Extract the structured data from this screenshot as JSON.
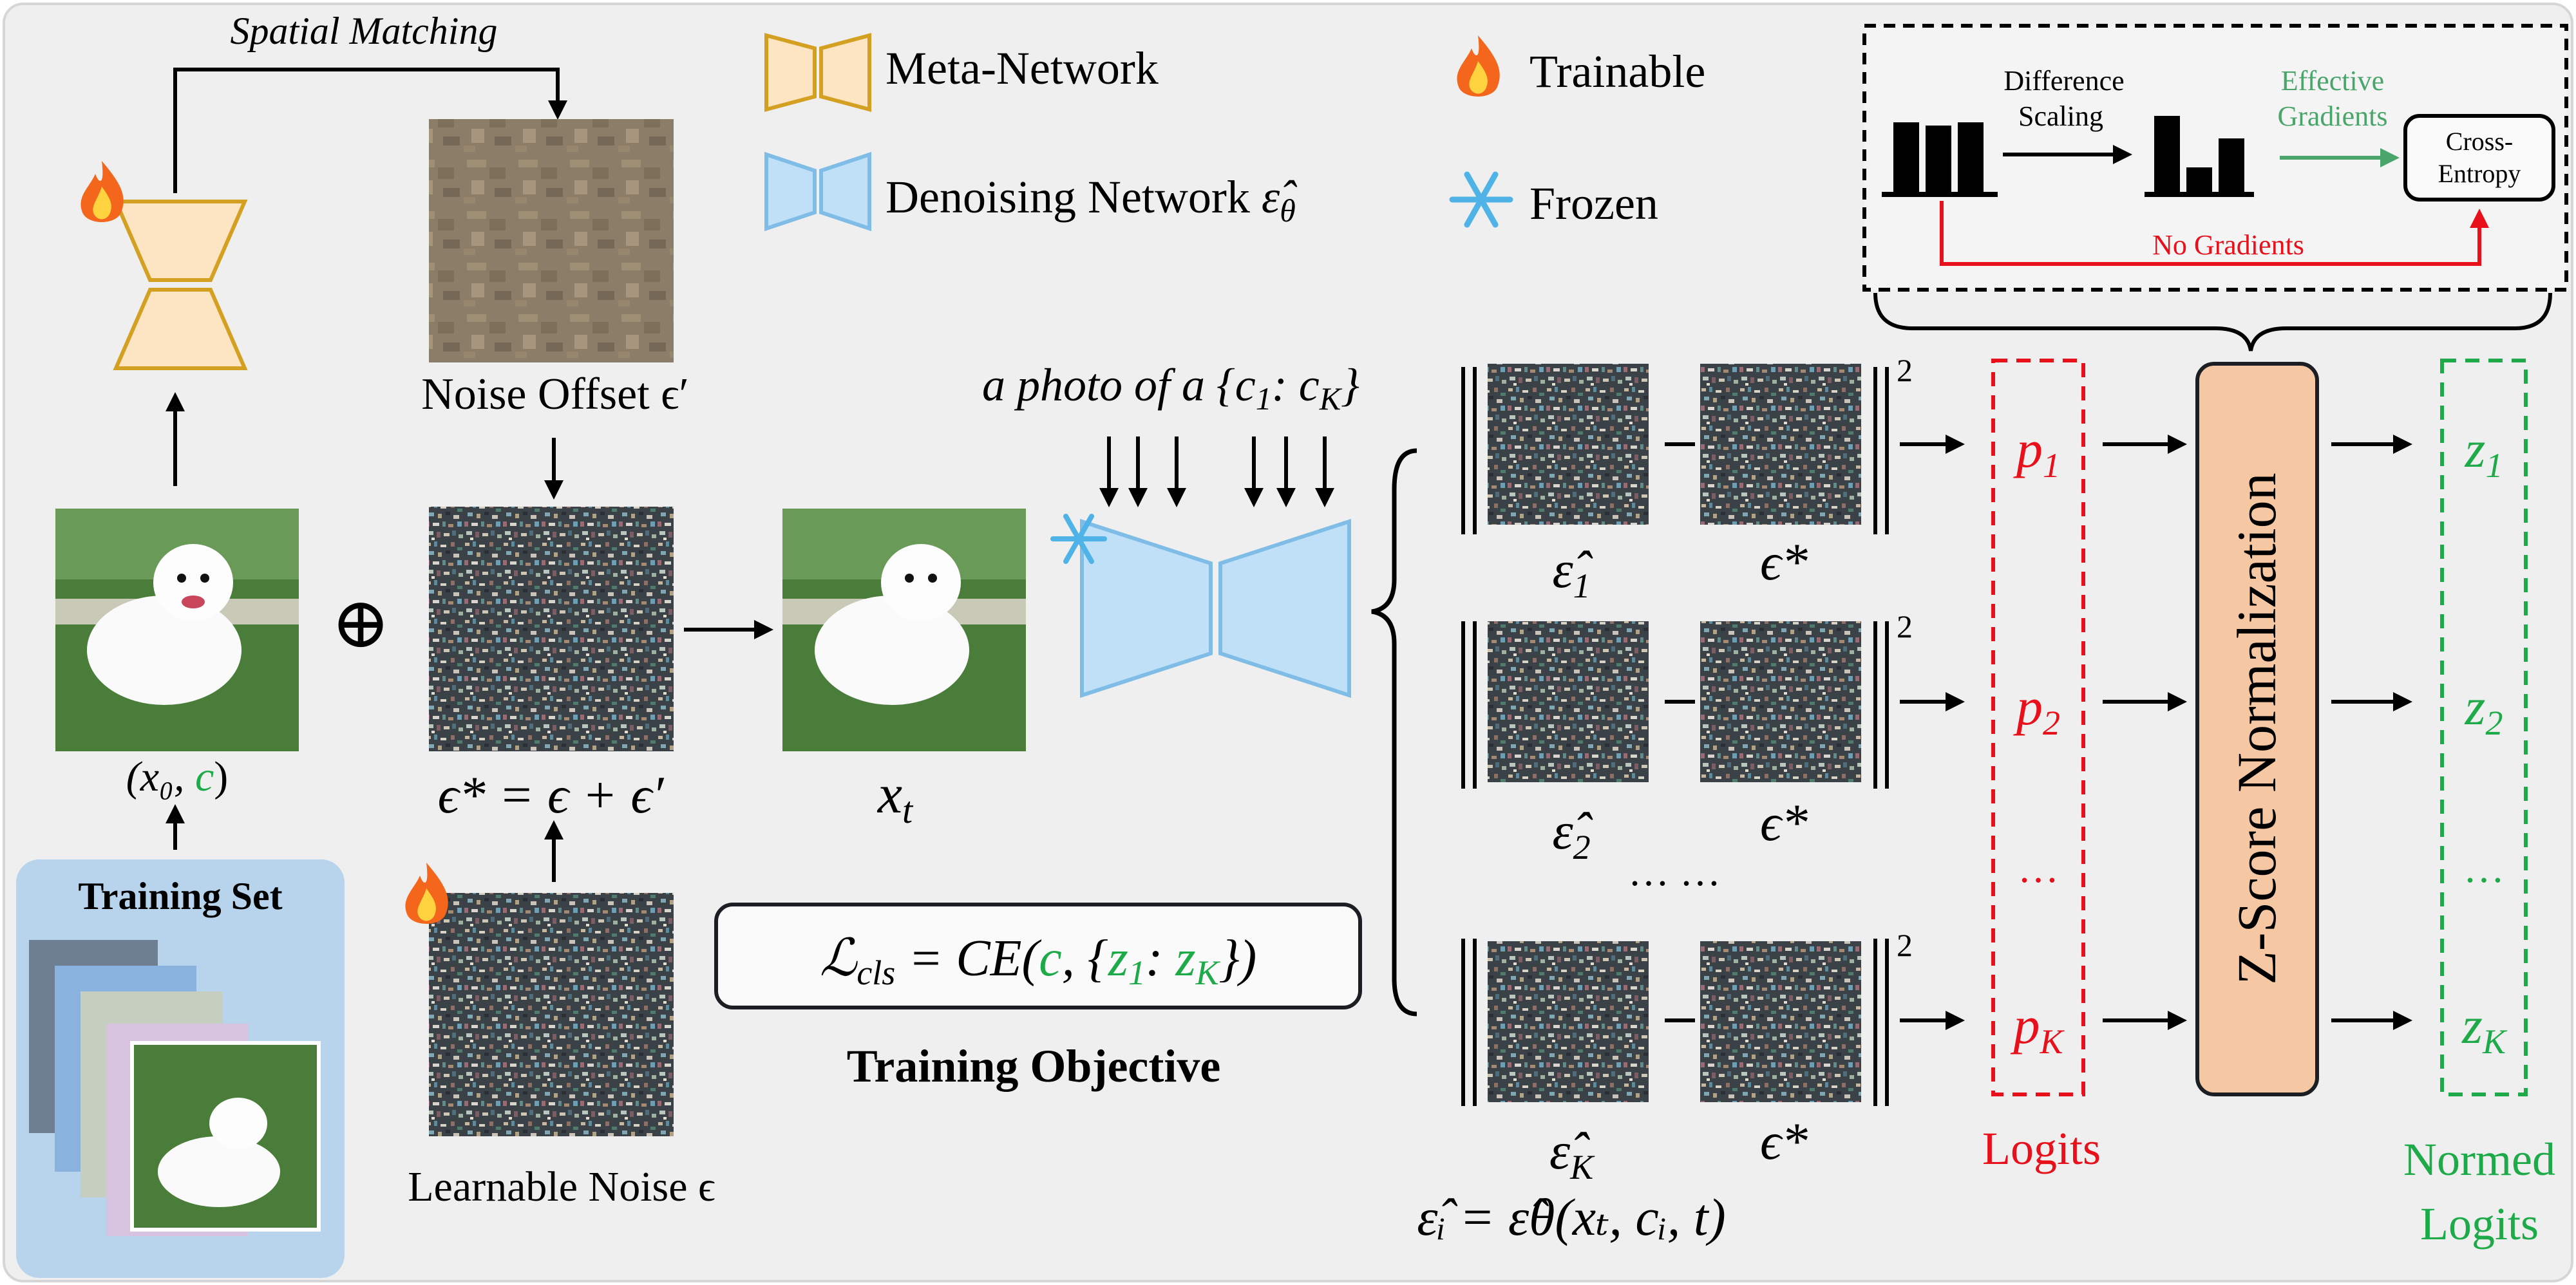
{
  "colors": {
    "panel_bg": "#efefef",
    "meta_fill": "#fde4c2",
    "meta_stroke": "#d4a021",
    "denoise_fill": "#bfe0f7",
    "denoise_stroke": "#7fbde6",
    "logits_red": "#e8101a",
    "normed_green": "#1faa4a",
    "zscore_fill": "#f5c8a3",
    "training_set_bg": "#b7d4ec",
    "gradient_green": "#4aa56b",
    "no_grad_red": "#e8101a"
  },
  "legend": {
    "meta_network": "Meta-Network",
    "denoising_network": "Denoising Network ",
    "denoising_symbol": "ε̂",
    "denoising_sub": "θ",
    "trainable": "Trainable",
    "frozen": "Frozen"
  },
  "left": {
    "spatial_matching": "Spatial Matching",
    "input_label": "(x₀, ",
    "input_label_c": "c",
    "input_label_close": ")",
    "training_set_title": "Training Set",
    "noise_offset_label": "Noise Offset ϵ′",
    "eps_star_eq": "ϵ* = ϵ + ϵ′",
    "learnable_noise": "Learnable Noise ϵ",
    "xt_label": "x",
    "xt_sub": "t",
    "oplus": "⊕"
  },
  "prompt": {
    "text": "a photo of a {c",
    "sub1": "1",
    "mid": ": c",
    "subK": "K",
    "close": "}"
  },
  "objective": {
    "loss_L": "ℒ",
    "loss_sub": "cls",
    "loss_eq": " = CE(",
    "loss_c": "c",
    "loss_sep": ", {",
    "loss_z1": "z",
    "loss_z1_sub": "1",
    "loss_colon": ": ",
    "loss_zK": "z",
    "loss_zK_sub": "K",
    "loss_close": "})",
    "caption": "Training Objective"
  },
  "rows": [
    {
      "eps_hat": "ε̂",
      "sub": "1",
      "eps_star": "ϵ*",
      "logit": "p",
      "logit_sub": "1",
      "normed": "z",
      "normed_sub": "1"
    },
    {
      "eps_hat": "ε̂",
      "sub": "2",
      "eps_star": "ϵ*",
      "logit": "p",
      "logit_sub": "2",
      "normed": "z",
      "normed_sub": "2"
    },
    {
      "eps_hat": "ε̂",
      "sub": "K",
      "eps_star": "ϵ*",
      "logit": "p",
      "logit_sub": "K",
      "normed": "z",
      "normed_sub": "K"
    }
  ],
  "norm_exponent": "2",
  "ellipsis_row": "… …",
  "ellipsis_logits": "…",
  "ellipsis_normed": "…",
  "eps_hat_def": "ε̂ᵢ = ε̂θ(xₜ, cᵢ, t)",
  "zscore_label": "Z-Score Normalization",
  "logits_label": "Logits",
  "normed_label_1": "Normed",
  "normed_label_2": "Logits",
  "inset": {
    "difference": "Difference",
    "scaling": "Scaling",
    "effective": "Effective",
    "gradients": "Gradients",
    "ce_1": "Cross-",
    "ce_2": "Entropy",
    "no_gradients": "No Gradients"
  }
}
